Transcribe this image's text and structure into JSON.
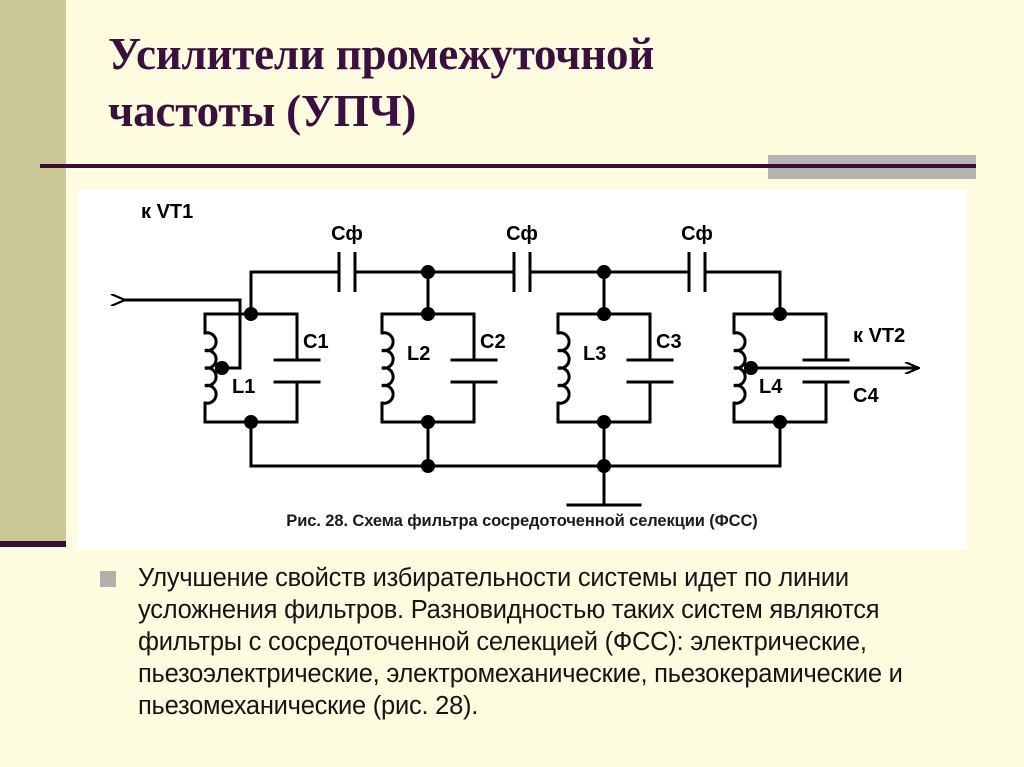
{
  "slide": {
    "title_line1": "Усилители промежуточной",
    "title_line2": "частоты (УПЧ)",
    "title_color": "#3b1040",
    "background_color": "#fdfcde",
    "accent_bar_color": "#c9c894",
    "grey_block_color": "#b4b4b4",
    "rule_color": "#3a0d35"
  },
  "figure": {
    "caption": "Рис. 28. Схема фильтра сосредоточенной селекции (ФСС)",
    "panel_color": "#ffffff",
    "line_color": "#000000",
    "labels": {
      "input": "к VT1",
      "output": "к VT2",
      "coupling_caps": [
        "Сф",
        "Сф",
        "Сф"
      ],
      "inductors": [
        "L1",
        "L2",
        "L3",
        "L4"
      ],
      "capacitors": [
        "C1",
        "C2",
        "C3",
        "C4"
      ]
    }
  },
  "body": {
    "bullet_glyph": "square-bullet",
    "bullet_color": "#b0b0b0",
    "text": "Улучшение свойств избирательности системы идет по линии усложнения фильтров. Разновидностью таких систем являются фильтры с сосредоточенной селекцией (ФСС): электрические, пьезоэлектрические, электромеханические, пьезокерамические и пьезомеханические (рис. 28)."
  }
}
